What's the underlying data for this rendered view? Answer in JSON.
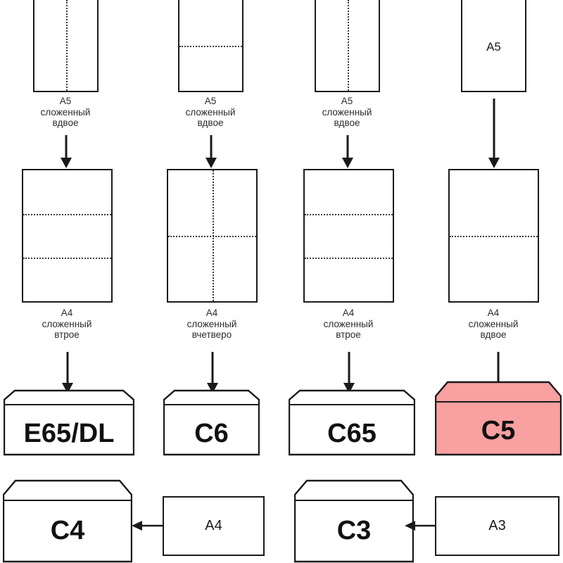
{
  "diagram": {
    "title": "Paper folding to envelope size chart",
    "language": "ru",
    "colors": {
      "stroke": "#1a1a1a",
      "fold_line": "#3a3a3a",
      "highlight_fill": "#f9a0a0",
      "background": "#ffffff"
    }
  },
  "row1": {
    "caption_line1": "A5",
    "sheets": [
      {
        "id": "a5-fold-vertical-1",
        "folds": "vertical-half",
        "caption": "A5\nсложенный\nвдвое",
        "inner_label": ""
      },
      {
        "id": "a5-fold-horizontal",
        "folds": "horizontal-half",
        "caption": "A5\nсложенный\nвдвое",
        "inner_label": ""
      },
      {
        "id": "a5-fold-vertical-2",
        "folds": "vertical-half",
        "caption": "A5\nсложенный\nвдвое",
        "inner_label": ""
      },
      {
        "id": "a5-plain",
        "folds": "none",
        "caption": "",
        "inner_label": "A5"
      }
    ]
  },
  "row2": {
    "sheets": [
      {
        "id": "a4-fold-thirds-1",
        "folds": "horizontal-thirds",
        "caption": "A4\nсложенный\nвтрое"
      },
      {
        "id": "a4-fold-quarters",
        "folds": "cross-quarters",
        "caption": "A4\nсложенный\nвчетверо"
      },
      {
        "id": "a4-fold-thirds-2",
        "folds": "horizontal-thirds",
        "caption": "A4\nсложенный\nвтрое"
      },
      {
        "id": "a4-fold-half",
        "folds": "horizontal-half",
        "caption": "A4\nсложенный\nвдвое"
      }
    ]
  },
  "row3": {
    "envelopes": [
      {
        "id": "env-e65dl",
        "label": "E65/DL",
        "highlighted": false,
        "font_size": 38
      },
      {
        "id": "env-c6",
        "label": "C6",
        "highlighted": false,
        "font_size": 38
      },
      {
        "id": "env-c65",
        "label": "C65",
        "highlighted": false,
        "font_size": 38
      },
      {
        "id": "env-c5",
        "label": "C5",
        "highlighted": true,
        "font_size": 38
      }
    ]
  },
  "row4": {
    "pairs": [
      {
        "envelope": {
          "id": "env-c4",
          "label": "C4",
          "highlighted": false,
          "font_size": 38
        },
        "source": {
          "id": "rect-a4",
          "label": "A4"
        }
      },
      {
        "envelope": {
          "id": "env-c3",
          "label": "C3",
          "highlighted": false,
          "font_size": 38
        },
        "source": {
          "id": "rect-a3",
          "label": "A3"
        }
      }
    ]
  }
}
